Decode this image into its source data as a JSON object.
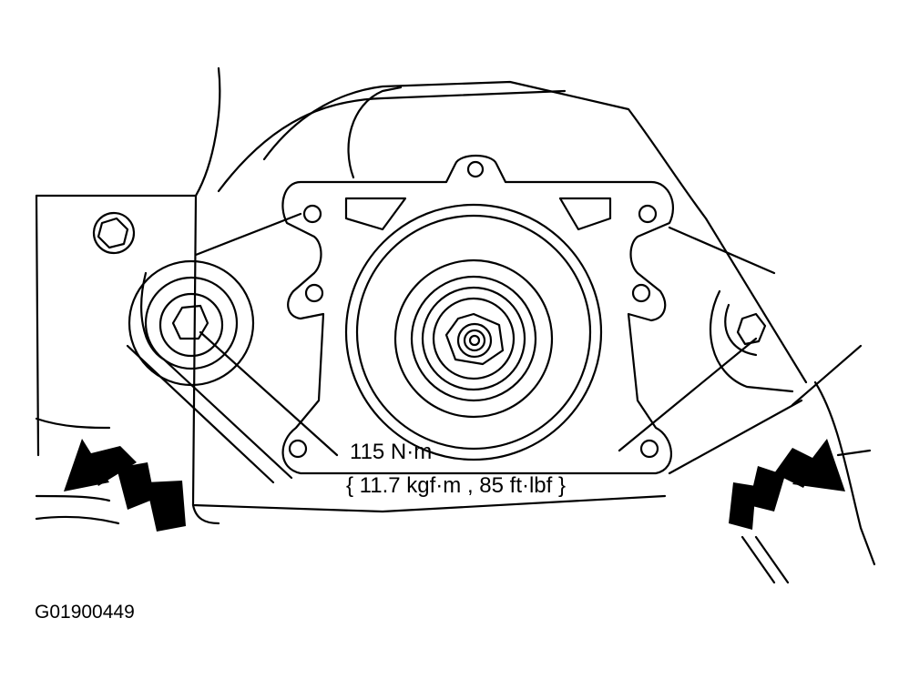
{
  "diagram": {
    "callout": {
      "torque_value": "115 N·m",
      "torque_conversions": "{ 11.7 kgf·m , 85 ft·lbf }"
    },
    "figure_id": "G01900449",
    "colors": {
      "ink": "#000000",
      "paper": "#ffffff"
    }
  }
}
